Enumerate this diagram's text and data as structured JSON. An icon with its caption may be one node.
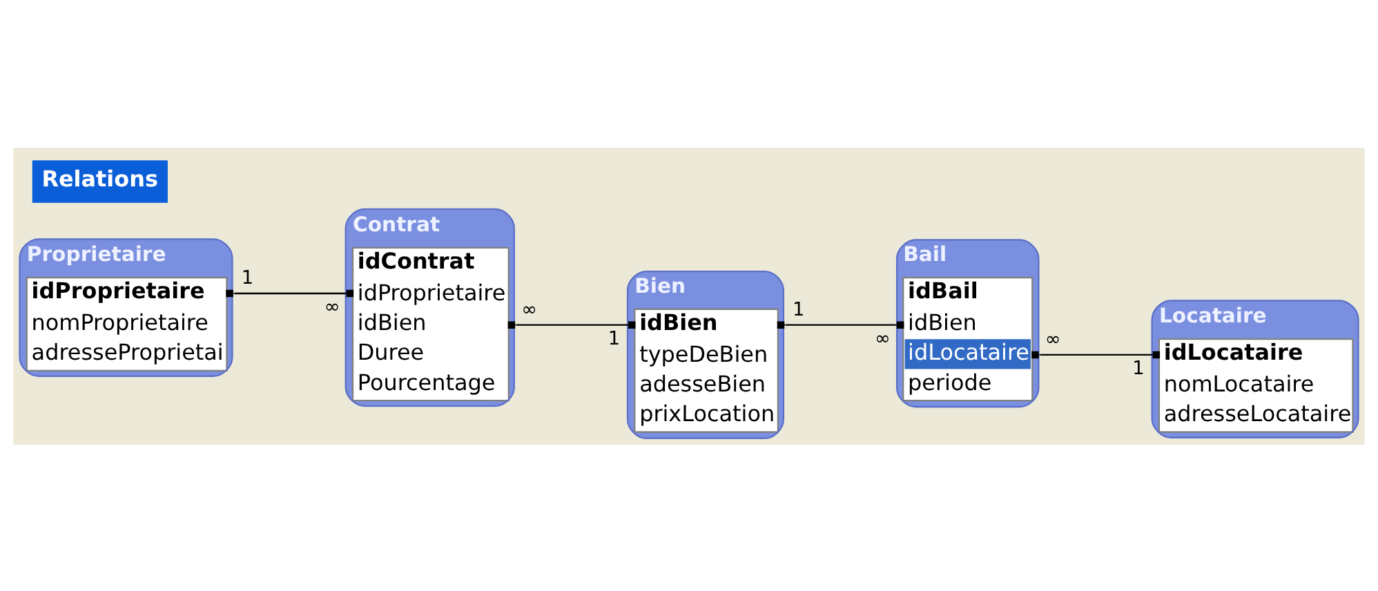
{
  "diagram": {
    "title": "Relations",
    "nodes": [
      {
        "text": [
          "Proprietaire",
          "idProprietaire",
          "nomProprietaire",
          "adresseProprietai"
        ]
      },
      {
        "text": [
          "Contrat",
          "idContrat",
          "idProprietaire",
          "idBien",
          "Duree",
          "Pourcentage"
        ]
      },
      {
        "text": [
          "Bien",
          "idBien",
          "typeDeBien",
          "adesseBien",
          "prixLocation"
        ]
      },
      {
        "text": [
          "Bail",
          "idBail",
          "idBien",
          "idLocataire",
          "periode"
        ]
      },
      {
        "text": [
          "Locataire",
          "idLocataire",
          "nomLocataire",
          "adresseLocataire"
        ]
      }
    ],
    "edges": [
      {
        "from": 0,
        "to": 1,
        "arrow": "other"
      },
      {
        "from": 1,
        "to": 2,
        "arrow": "other"
      },
      {
        "from": 2,
        "to": 3,
        "arrow": "other"
      },
      {
        "from": 3,
        "to": 4,
        "arrow": "other"
      }
    ],
    "labels": [
      "1",
      "∞",
      "∞",
      "1",
      "1",
      "∞",
      "∞",
      "1"
    ]
  }
}
